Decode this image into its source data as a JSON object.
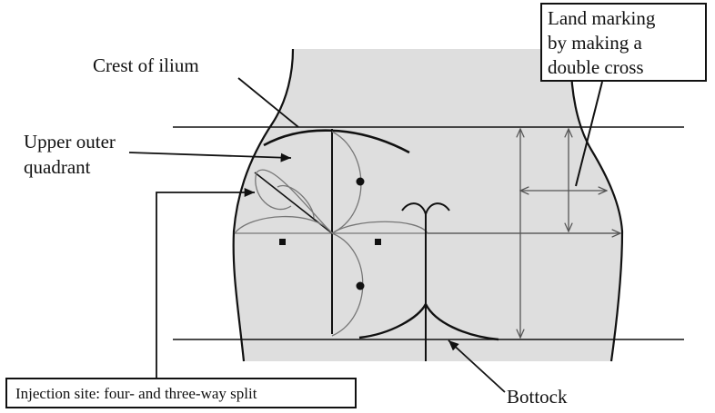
{
  "labels": {
    "crest": "Crest of ilium",
    "upper_outer_line1": "Upper outer",
    "upper_outer_line2": "quadrant",
    "land_marking_line1": "Land marking",
    "land_marking_line2": "by making a",
    "land_marking_line3": "double cross",
    "injection_site": "Injection site: four- and three-way split",
    "bottock": "Bottock"
  },
  "colors": {
    "body_fill": "#dedede",
    "line": "#111111",
    "thin_line": "#777777"
  }
}
